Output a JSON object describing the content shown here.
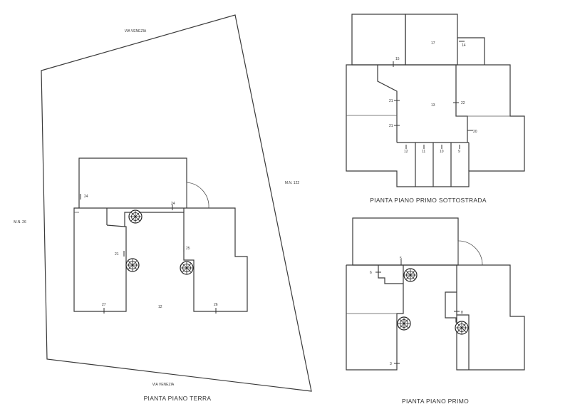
{
  "site": {
    "street_top": "VIA VENEZIA",
    "street_bottom": "VIA VENEZIA",
    "parcel_left": "M.N. 26",
    "parcel_right": "M.N. 122"
  },
  "plans": {
    "ground": {
      "title": "PIANTA PIANO TERRA",
      "markers": [
        "24",
        "24",
        "21",
        "25",
        "27",
        "26",
        "12"
      ]
    },
    "basement": {
      "title": "PIANTA PIANO PRIMO SOTTOSTRADA",
      "markers": [
        "17",
        "14",
        "15",
        "21",
        "13",
        "22",
        "21",
        "20",
        "12",
        "11",
        "10",
        "9"
      ]
    },
    "first": {
      "title": "PIANTA PIANO PRIMO",
      "markers": [
        "5",
        "6",
        "8",
        "3"
      ]
    }
  }
}
